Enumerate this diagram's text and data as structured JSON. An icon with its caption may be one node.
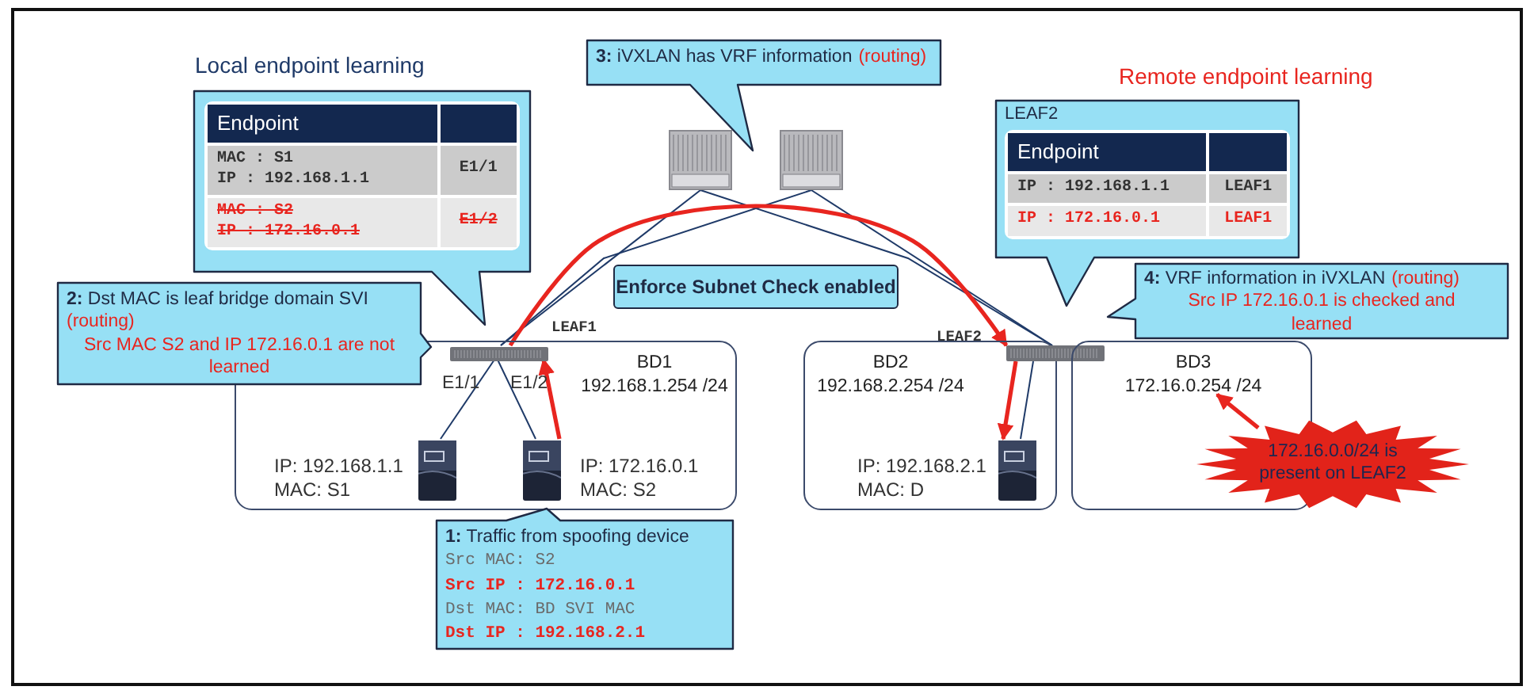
{
  "diagram": {
    "nodes": [
      {
        "text": [
          "**3:** iVXLAN has VRF information",
          "(routing)"
        ]
      },
      {
        "text": [],
        "shape": "picture"
      },
      {
        "text": [],
        "shape": "picture"
      },
      {
        "text": [
          "Endpoint",
          "MAC : S1",
          "IP : 192.168.1.1",
          "E1/1",
          "MAC : S2",
          "IP : 172.16.0.1",
          "E1/2"
        ],
        "beside": [
          "Local endpoint learning"
        ]
      },
      {
        "text": [
          "LEAF2",
          "Endpoint",
          "IP : 192.168.1.1",
          "LEAF1",
          "IP : 172.16.0.1",
          "LEAF1"
        ],
        "beside": [
          "Remote endpoint learning"
        ]
      },
      {
        "text": [
          "Enforce Subnet Check enabled"
        ]
      },
      {
        "text": [
          "**4:** VRF information in iVXLAN",
          "(routing)",
          "Src IP 172.16.0.1 is checked and learned"
        ]
      },
      {
        "text": [
          "**2:** Dst MAC is leaf bridge domain SVI",
          "(routing)",
          "Src MAC S2 and IP 172.16.0.1 are not learned"
        ]
      },
      {
        "text": [
          "BD1",
          "192.168.1.254 /24"
        ]
      },
      {
        "text": [],
        "shape": "picture",
        "in": 8,
        "beside": [
          "LEAF1"
        ]
      },
      {
        "text": [],
        "shape": "picture",
        "in": 8,
        "beside": [
          "IP: 192.168.1.1",
          "MAC: S1"
        ]
      },
      {
        "text": [],
        "shape": "picture",
        "in": 8,
        "beside": [
          "IP: 172.16.0.1",
          "MAC: S2"
        ]
      },
      {
        "text": [
          "BD2",
          "192.168.2.254 /24"
        ]
      },
      {
        "text": [],
        "shape": "picture",
        "beside": [
          "LEAF2"
        ]
      },
      {
        "text": [],
        "shape": "picture",
        "in": 12,
        "beside": [
          "IP: 192.168.2.1",
          "MAC: D"
        ]
      },
      {
        "text": [
          "BD3",
          "172.16.0.254 /24"
        ]
      },
      {
        "text": [
          "172.16.0.0/24 is present on LEAF2"
        ]
      },
      {
        "text": [
          "**1:** Traffic from spoofing device",
          "Src MAC: S2",
          "Src IP : 172.16.0.1",
          "Dst MAC: BD SVI MAC",
          "Dst IP : 192.168.2.1"
        ]
      }
    ],
    "edges": [
      {
        "from": 1,
        "to": 9,
        "arrow": "none"
      },
      {
        "from": 2,
        "to": 9,
        "arrow": "none"
      },
      {
        "from": 1,
        "to": 13,
        "arrow": "none"
      },
      {
        "from": 2,
        "to": 13,
        "arrow": "none"
      },
      {
        "from": 9,
        "to": 10,
        "arrow": "none"
      },
      {
        "from": 9,
        "to": 11,
        "arrow": "none"
      },
      {
        "from": 13,
        "to": 14,
        "arrow": "none"
      },
      {
        "from": 11,
        "to": 9,
        "arrow": "to",
        "style": "thick",
        "color": "#e8251f"
      },
      {
        "from": 9,
        "to": 13,
        "arrow": "to",
        "style": "thick",
        "color": "#e8251f"
      },
      {
        "from": 13,
        "to": 14,
        "arrow": "to",
        "style": "thick",
        "color": "#e8251f"
      },
      {
        "from": 16,
        "to": 15,
        "arrow": "to",
        "style": "thick",
        "color": "#e8251f"
      }
    ],
    "labels": [
      "E1/1",
      "E1/2"
    ]
  }
}
